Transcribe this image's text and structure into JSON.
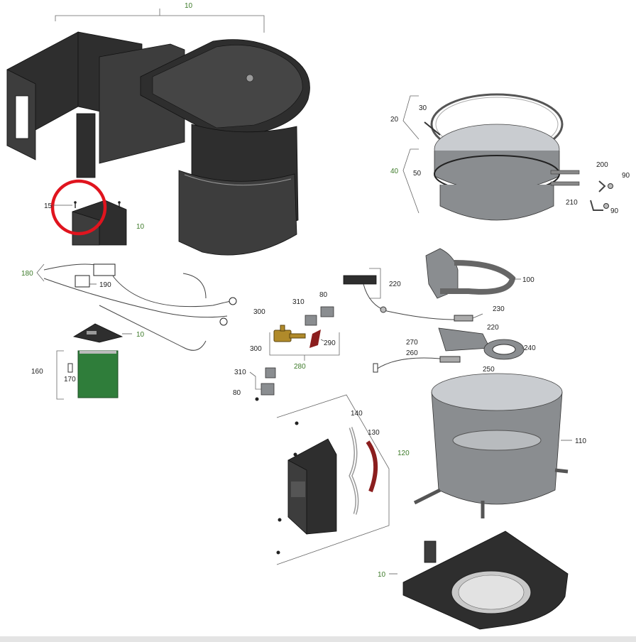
{
  "labels": {
    "l10_top": "10",
    "l15": "15",
    "l10_a": "10",
    "l180": "180",
    "l190": "190",
    "l10_b": "10",
    "l160": "160",
    "l170": "170",
    "l20": "20",
    "l30": "30",
    "l40": "40",
    "l50": "50",
    "l200": "200",
    "l90_a": "90",
    "l210": "210",
    "l90_b": "90",
    "l100": "100",
    "l220_a": "220",
    "l80_a": "80",
    "l310_a": "310",
    "l300_a": "300",
    "l300_b": "300",
    "l290": "290",
    "l280": "280",
    "l230": "230",
    "l220_b": "220",
    "l270": "270",
    "l240": "240",
    "l260": "260",
    "l250": "250",
    "l310_b": "310",
    "l80_b": "80",
    "l140": "140",
    "l130": "130",
    "l120": "120",
    "l110": "110",
    "l10_c": "10"
  },
  "colors": {
    "group_label": "#3c7a28",
    "highlight_circle": "#e0141e",
    "pcb": "#2f7d3a",
    "gasket": "#8b1e1e"
  }
}
